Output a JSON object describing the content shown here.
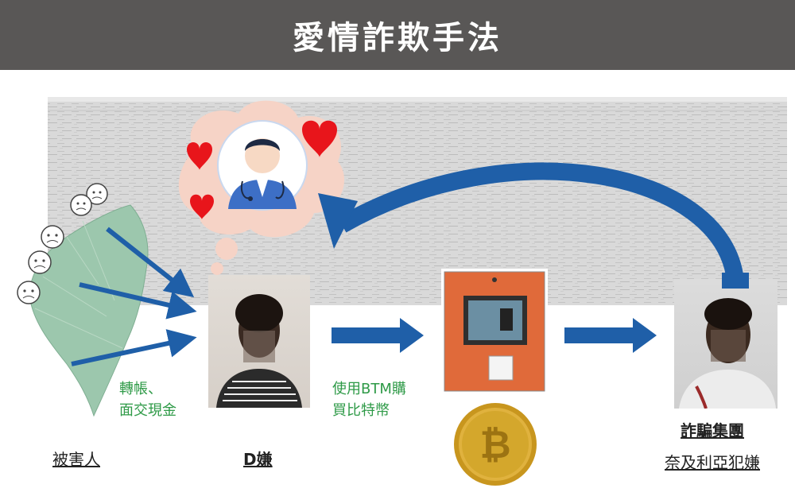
{
  "header": {
    "title": "愛情詐欺手法"
  },
  "labels": {
    "victim": "被害人",
    "suspect_d": "D嫌",
    "fraud_group": "詐騙集團",
    "nigerian_suspect": "奈及利亞犯嫌"
  },
  "steps": {
    "transfer_line1": "轉帳、",
    "transfer_line2": "面交現金",
    "btm_line1": "使用BTM購",
    "btm_line2": "買比特幣"
  },
  "colors": {
    "title_bg": "#595756",
    "arrow_blue": "#1f5fa8",
    "green_text": "#2e9a47",
    "taiwan_green": "#9cc7ad",
    "bubble_pink": "#f6d3c6",
    "heart_red": "#e8151b",
    "atm_orange": "#e06a3a",
    "coin_gold": "#d4a72c"
  },
  "icons": [
    "thought-bubble",
    "doctor-avatar",
    "heart-icon",
    "taiwan-map",
    "worried-face-icon",
    "bitcoin-icon",
    "btm-machine"
  ]
}
